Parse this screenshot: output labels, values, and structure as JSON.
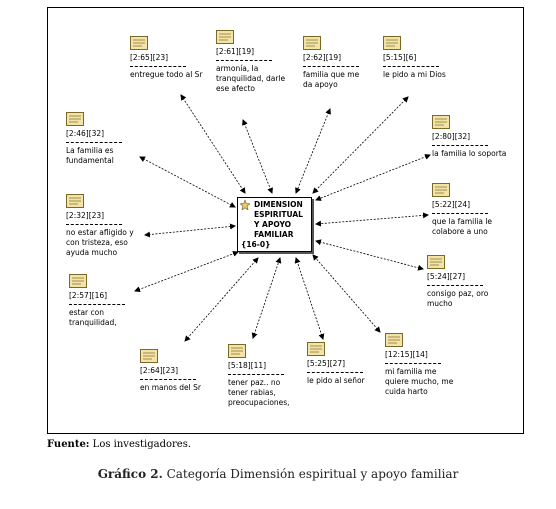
{
  "core": {
    "title": "DIMENSION ESPIRITUAL Y APOYO FAMILIAR",
    "count": "{16-0}"
  },
  "quotes": [
    {
      "id": "[2:65][23]",
      "text": "entregue todo al Sr"
    },
    {
      "id": "[2:61][19]",
      "text": "armonía, la tranquilidad, darle ese afecto"
    },
    {
      "id": "[2:62][19]",
      "text": "familia que me da apoyo"
    },
    {
      "id": "[5:15][6]",
      "text": "le pido a mi Dios"
    },
    {
      "id": "[2:46][32]",
      "text": "La familia es fundamental"
    },
    {
      "id": "[2:80][32]",
      "text": "la familia lo soporta"
    },
    {
      "id": "[5:22][24]",
      "text": "que la familia le colabore a uno"
    },
    {
      "id": "[2:32][23]",
      "text": "no estar afligido y con tristeza, eso ayuda mucho"
    },
    {
      "id": "[5:24][27]",
      "text": "consigo paz, oro mucho"
    },
    {
      "id": "[2:57][16]",
      "text": "estar con tranquilidad,"
    },
    {
      "id": "[2:64][23]",
      "text": "en manos del Sr"
    },
    {
      "id": "[5:18][11]",
      "text": "tener paz.. no tener rabias, preocupaciones,"
    },
    {
      "id": "[5:25][27]",
      "text": "le pido al señor"
    },
    {
      "id": "[12:15][14]",
      "text": "mi familia me quiere mucho, me cuida harto"
    }
  ],
  "footer": {
    "source_label": "Fuente:",
    "source_text": " Los investigadores."
  },
  "caption": {
    "label": "Gráfico 2.",
    "text": " Categoría Dimensión espiritual y apoyo familiar"
  }
}
